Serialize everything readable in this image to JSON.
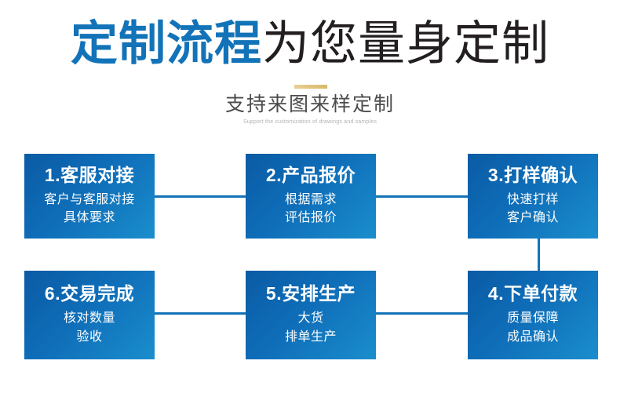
{
  "header": {
    "title_accent": "定制流程",
    "title_rest": "为您量身定制",
    "subtitle": "支持来图来样定制",
    "subtitle_en": "Support the customization of drawings and samples",
    "accent_color": "#1273b8",
    "title_color": "#231f20",
    "divider_color": "#ddc07a"
  },
  "flow": {
    "box_gradient_from": "#0a5ba4",
    "box_gradient_to": "#1a8ecd",
    "connector_color": "#1273b8",
    "steps": [
      {
        "number": "1",
        "title": "1.客服对接",
        "desc_line1": "客户与客服对接",
        "desc_line2": "具体要求"
      },
      {
        "number": "2",
        "title": "2.产品报价",
        "desc_line1": "根据需求",
        "desc_line2": "评估报价"
      },
      {
        "number": "3",
        "title": "3.打样确认",
        "desc_line1": "快速打样",
        "desc_line2": "客户确认"
      },
      {
        "number": "4",
        "title": "4.下单付款",
        "desc_line1": "质量保障",
        "desc_line2": "成品确认"
      },
      {
        "number": "5",
        "title": "5.安排生产",
        "desc_line1": "大货",
        "desc_line2": "排单生产"
      },
      {
        "number": "6",
        "title": "6.交易完成",
        "desc_line1": "核对数量",
        "desc_line2": "验收"
      }
    ]
  }
}
